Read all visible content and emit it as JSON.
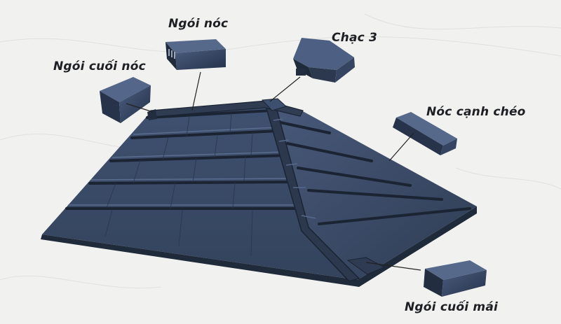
{
  "labels": {
    "ngoi_noc": "Ngói nóc",
    "chac_3": "Chạc 3",
    "ngoi_cuoi_noc": "Ngói cuối nóc",
    "noc_canh_cheo": "Nóc cạnh chéo",
    "ngoi_cuoi_mai": "Ngói cuối mái"
  },
  "colors": {
    "background": "#f1f1ef",
    "tile_face": "#394a63",
    "tile_light": "#4c6080",
    "tile_dark": "#1f2a3a",
    "ridge": "#2b384d",
    "leader_line": "#222222"
  }
}
